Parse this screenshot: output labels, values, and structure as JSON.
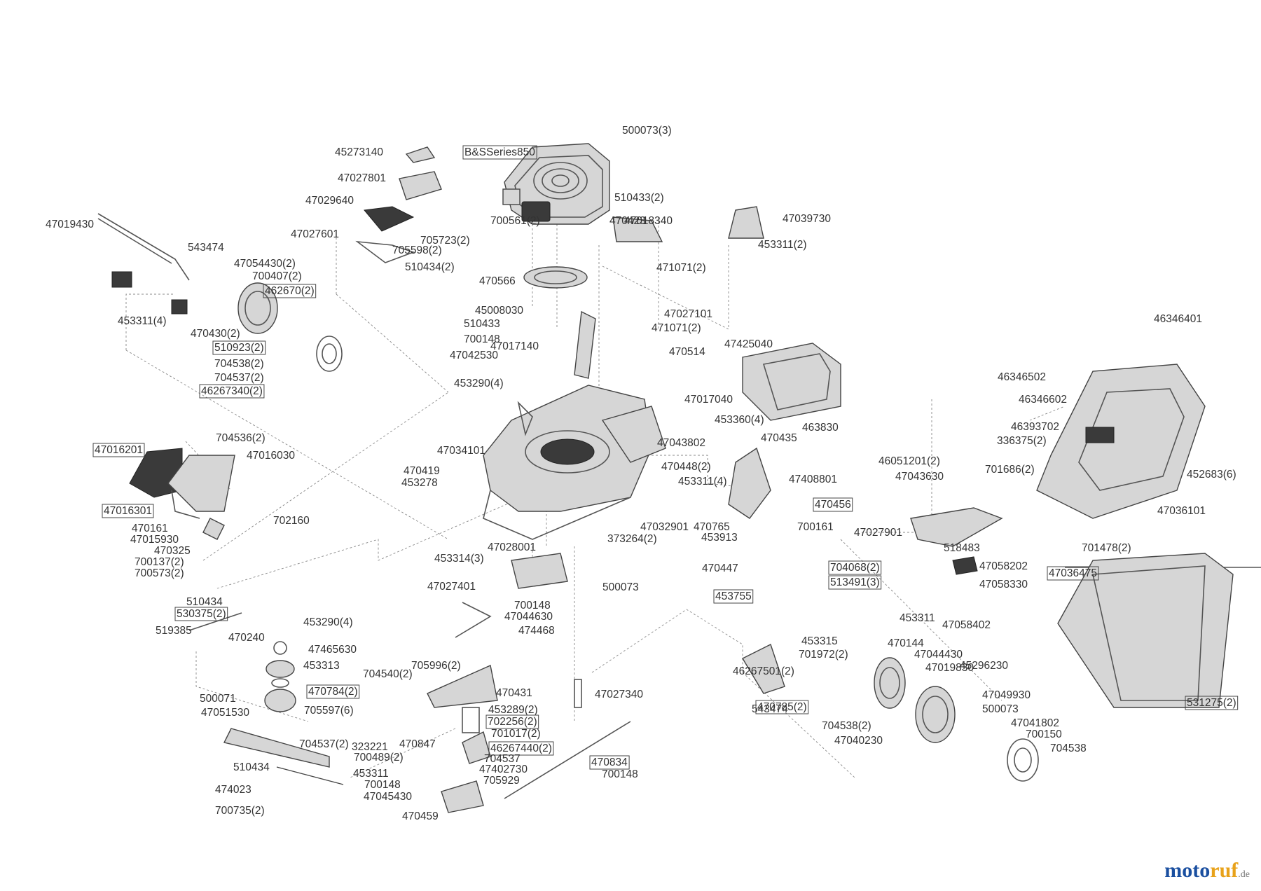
{
  "diagram": {
    "labels": [
      {
        "text": "500073(3)",
        "boxed": false
      },
      {
        "text": "B&SSeries850",
        "boxed": true
      },
      {
        "text": "45273140",
        "boxed": false
      },
      {
        "text": "47027801",
        "boxed": false
      },
      {
        "text": "47029640",
        "boxed": false
      },
      {
        "text": "47019430",
        "boxed": false
      },
      {
        "text": "47027601",
        "boxed": false
      },
      {
        "text": "705723(2)",
        "boxed": false
      },
      {
        "text": "705598(2)",
        "boxed": false
      },
      {
        "text": "510434(2)",
        "boxed": false
      },
      {
        "text": "510433(2)",
        "boxed": false
      },
      {
        "text": "47018340",
        "boxed": false
      },
      {
        "text": "47039730",
        "boxed": false
      },
      {
        "text": "453311(2)",
        "boxed": false
      },
      {
        "text": "543474",
        "boxed": false
      },
      {
        "text": "47054430(2)",
        "boxed": false
      },
      {
        "text": "700407(2)",
        "boxed": false
      },
      {
        "text": "462670(2)",
        "boxed": true
      },
      {
        "text": "453311(4)",
        "boxed": false
      },
      {
        "text": "470430(2)",
        "boxed": false
      },
      {
        "text": "510923(2)",
        "boxed": true
      },
      {
        "text": "704538(2)",
        "boxed": false
      },
      {
        "text": "704537(2)",
        "boxed": false
      },
      {
        "text": "46267340(2)",
        "boxed": true
      },
      {
        "text": "470566",
        "boxed": false
      },
      {
        "text": "471071(2)",
        "boxed": false
      },
      {
        "text": "45008030",
        "boxed": false
      },
      {
        "text": "510433",
        "boxed": false
      },
      {
        "text": "700148",
        "boxed": false
      },
      {
        "text": "47042530",
        "boxed": false
      },
      {
        "text": "47017140",
        "boxed": false
      },
      {
        "text": "47027101",
        "boxed": false
      },
      {
        "text": "471071(2)",
        "boxed": false
      },
      {
        "text": "470514",
        "boxed": false
      },
      {
        "text": "47425040",
        "boxed": false
      },
      {
        "text": "46346401",
        "boxed": false
      },
      {
        "text": "46346502",
        "boxed": false
      },
      {
        "text": "46346602",
        "boxed": false
      },
      {
        "text": "453290(4)",
        "boxed": false
      },
      {
        "text": "47017040",
        "boxed": false
      },
      {
        "text": "453360(4)",
        "boxed": false
      },
      {
        "text": "463830",
        "boxed": false
      },
      {
        "text": "470435",
        "boxed": false
      },
      {
        "text": "46393702",
        "boxed": false
      },
      {
        "text": "336375(2)",
        "boxed": false
      },
      {
        "text": "452683(6)",
        "boxed": false
      },
      {
        "text": "47016201",
        "boxed": true
      },
      {
        "text": "704536(2)",
        "boxed": false
      },
      {
        "text": "47016030",
        "boxed": false
      },
      {
        "text": "47034101",
        "boxed": false
      },
      {
        "text": "47043802",
        "boxed": false
      },
      {
        "text": "46051201(2)",
        "boxed": false
      },
      {
        "text": "701686(2)",
        "boxed": false
      },
      {
        "text": "470419",
        "boxed": false
      },
      {
        "text": "470448(2)",
        "boxed": false
      },
      {
        "text": "453278",
        "boxed": false
      },
      {
        "text": "453311(4)",
        "boxed": false
      },
      {
        "text": "47408801",
        "boxed": false
      },
      {
        "text": "47043630",
        "boxed": false
      },
      {
        "text": "47016301",
        "boxed": true
      },
      {
        "text": "470456",
        "boxed": true
      },
      {
        "text": "47036101",
        "boxed": false
      },
      {
        "text": "702160",
        "boxed": false
      },
      {
        "text": "47032901",
        "boxed": false
      },
      {
        "text": "470765",
        "boxed": false
      },
      {
        "text": "700161",
        "boxed": false
      },
      {
        "text": "47027901",
        "boxed": false
      },
      {
        "text": "470161",
        "boxed": false
      },
      {
        "text": "47015930",
        "boxed": false
      },
      {
        "text": "453913",
        "boxed": false
      },
      {
        "text": "373264(2)",
        "boxed": false
      },
      {
        "text": "518483",
        "boxed": false
      },
      {
        "text": "701478(2)",
        "boxed": false
      },
      {
        "text": "470325",
        "boxed": false
      },
      {
        "text": "47028001",
        "boxed": false
      },
      {
        "text": "700137(2)",
        "boxed": false
      },
      {
        "text": "453314(3)",
        "boxed": false
      },
      {
        "text": "704068(2)",
        "boxed": true
      },
      {
        "text": "47058202",
        "boxed": false
      },
      {
        "text": "47036475",
        "boxed": true
      },
      {
        "text": "700573(2)",
        "boxed": false
      },
      {
        "text": "470447",
        "boxed": false
      },
      {
        "text": "513491(3)",
        "boxed": true
      },
      {
        "text": "47027401",
        "boxed": false
      },
      {
        "text": "500073",
        "boxed": false
      },
      {
        "text": "47058330",
        "boxed": false
      },
      {
        "text": "510434",
        "boxed": false
      },
      {
        "text": "453755",
        "boxed": true
      },
      {
        "text": "530375(2)",
        "boxed": true
      },
      {
        "text": "700148",
        "boxed": false
      },
      {
        "text": "453290(4)",
        "boxed": false
      },
      {
        "text": "47044630",
        "boxed": false
      },
      {
        "text": "453311",
        "boxed": false
      },
      {
        "text": "47058402",
        "boxed": false
      },
      {
        "text": "519385",
        "boxed": false
      },
      {
        "text": "474468",
        "boxed": false
      },
      {
        "text": "453315",
        "boxed": false
      },
      {
        "text": "470240",
        "boxed": false
      },
      {
        "text": "47465630",
        "boxed": false
      },
      {
        "text": "470144",
        "boxed": false
      },
      {
        "text": "701972(2)",
        "boxed": false
      },
      {
        "text": "705996(2)",
        "boxed": false
      },
      {
        "text": "453313",
        "boxed": false
      },
      {
        "text": "47044430",
        "boxed": false
      },
      {
        "text": "46267501(2)",
        "boxed": false
      },
      {
        "text": "47019830",
        "boxed": false
      },
      {
        "text": "704540(2)",
        "boxed": false
      },
      {
        "text": "45296230",
        "boxed": false
      },
      {
        "text": "470784(2)",
        "boxed": true
      },
      {
        "text": "470431",
        "boxed": false
      },
      {
        "text": "47027340",
        "boxed": false
      },
      {
        "text": "500071",
        "boxed": false
      },
      {
        "text": "47049930",
        "boxed": false
      },
      {
        "text": "470785(2)",
        "boxed": true
      },
      {
        "text": "543474",
        "boxed": false
      },
      {
        "text": "531275(2)",
        "boxed": true
      },
      {
        "text": "705597(6)",
        "boxed": false
      },
      {
        "text": "47051530",
        "boxed": false
      },
      {
        "text": "453289(2)",
        "boxed": false
      },
      {
        "text": "500073",
        "boxed": false
      },
      {
        "text": "702256(2)",
        "boxed": true
      },
      {
        "text": "47041802",
        "boxed": false
      },
      {
        "text": "704538(2)",
        "boxed": false
      },
      {
        "text": "701017(2)",
        "boxed": false
      },
      {
        "text": "700150",
        "boxed": false
      },
      {
        "text": "704537(2)",
        "boxed": false
      },
      {
        "text": "323221",
        "boxed": false
      },
      {
        "text": "470847",
        "boxed": false
      },
      {
        "text": "47040230",
        "boxed": false
      },
      {
        "text": "704538",
        "boxed": false
      },
      {
        "text": "700489(2)",
        "boxed": false
      },
      {
        "text": "46267440(2)",
        "boxed": true
      },
      {
        "text": "510434",
        "boxed": false
      },
      {
        "text": "704537",
        "boxed": false
      },
      {
        "text": "470834",
        "boxed": true
      },
      {
        "text": "453311",
        "boxed": false
      },
      {
        "text": "47402730",
        "boxed": false
      },
      {
        "text": "700148",
        "boxed": false
      },
      {
        "text": "700148",
        "boxed": false
      },
      {
        "text": "705929",
        "boxed": false
      },
      {
        "text": "474023",
        "boxed": false
      },
      {
        "text": "47045430",
        "boxed": false
      },
      {
        "text": "700735(2)",
        "boxed": false
      },
      {
        "text": "470459",
        "boxed": false
      },
      {
        "text": "700561(2)",
        "boxed": false
      },
      {
        "text": "470423",
        "boxed": false
      }
    ]
  },
  "brand": {
    "logo_part1": "moto",
    "logo_part2": "ruf",
    "logo_part3": ".de"
  },
  "colors": {
    "line": "#555555",
    "text": "#333333",
    "logo_blue": "#1a4fa0",
    "logo_orange": "#e8a21a"
  }
}
